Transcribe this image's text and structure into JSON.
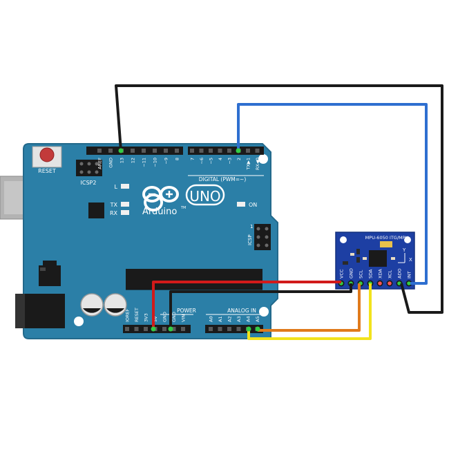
{
  "board": {
    "reset_label": "RESET",
    "icsp2_label": "ICSP2",
    "icsp_label": "ICSP",
    "icsp_pin1": "1",
    "brand": "Arduino",
    "tm": "TM",
    "model": "UNO",
    "led_l": "L",
    "led_tx": "TX",
    "led_rx": "RX",
    "led_on": "ON",
    "digital_label": "DIGITAL (PWM=~)",
    "power_label": "POWER",
    "analog_label": "ANALOG IN",
    "top_headers": [
      "AREF",
      "GND",
      "13",
      "12",
      "~11",
      "~10",
      "~9",
      "8"
    ],
    "digital_headers": [
      "7",
      "~6",
      "~5",
      "4",
      "~3",
      "2",
      "TX▶1",
      "RX◀0"
    ],
    "power_headers": [
      "IOREF",
      "RESET",
      "3V3",
      "5V",
      "GND",
      "GND",
      "VIN"
    ],
    "analog_headers": [
      "A0",
      "A1",
      "A2",
      "A3",
      "A4",
      "A5"
    ]
  },
  "sensor": {
    "title": "MPU-6050 ITG/MPU",
    "pins": [
      "VCC",
      "GND",
      "SCL",
      "SDA",
      "XDA",
      "XCL",
      "ADO",
      "INT"
    ],
    "axis_x": "X",
    "axis_y": "Y"
  },
  "colors": {
    "board": "#2b7fa7",
    "board_light": "#3a93bd",
    "sensor_board": "#1d3fa3",
    "wire_red": "#d11a1a",
    "wire_black": "#1a1a1a",
    "wire_blue": "#2e6fd0",
    "wire_orange": "#e07a1c",
    "wire_yellow": "#f2e21c"
  }
}
